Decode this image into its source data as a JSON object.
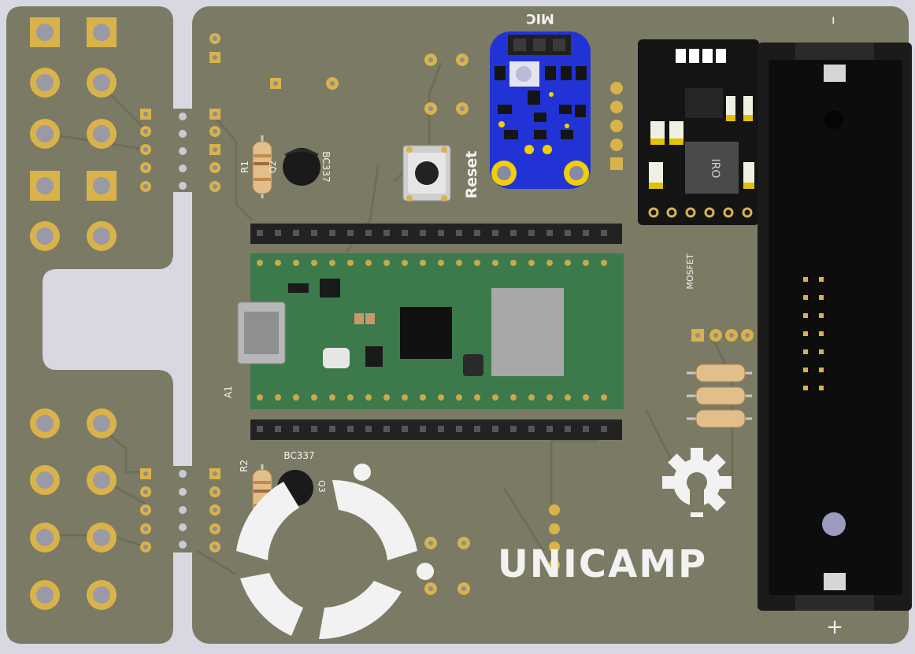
{
  "board": {
    "colors": {
      "substrate": "#7c7c66",
      "copper_trace": "#6f6f5c",
      "pad_gold": "#d9b24a",
      "hole": "#9a9aa6",
      "mic_module": "#2233d6",
      "pico_green": "#3d7a4b",
      "regulator_black": "#141414",
      "battery_black": "#1b1b1b",
      "resistor_body": "#e2bf8a"
    }
  },
  "labels": {
    "mic_label": "MIC",
    "reset_label": "Reset",
    "r1_label": "R1",
    "r2_label": "R2",
    "bc337_label_top": "BC337",
    "bc337_label_bottom": "BC337",
    "q2_label": "Q2",
    "q3_label": "Q3",
    "a1_label": "A1",
    "mosfet_label": "MOSFET",
    "regulator_label": "IRO",
    "battery_plus": "+",
    "battery_minus": "–",
    "logo_text": "UNICAMP"
  },
  "icons": {
    "gear": "gear-icon",
    "logo": "unicamp-logo-icon"
  }
}
